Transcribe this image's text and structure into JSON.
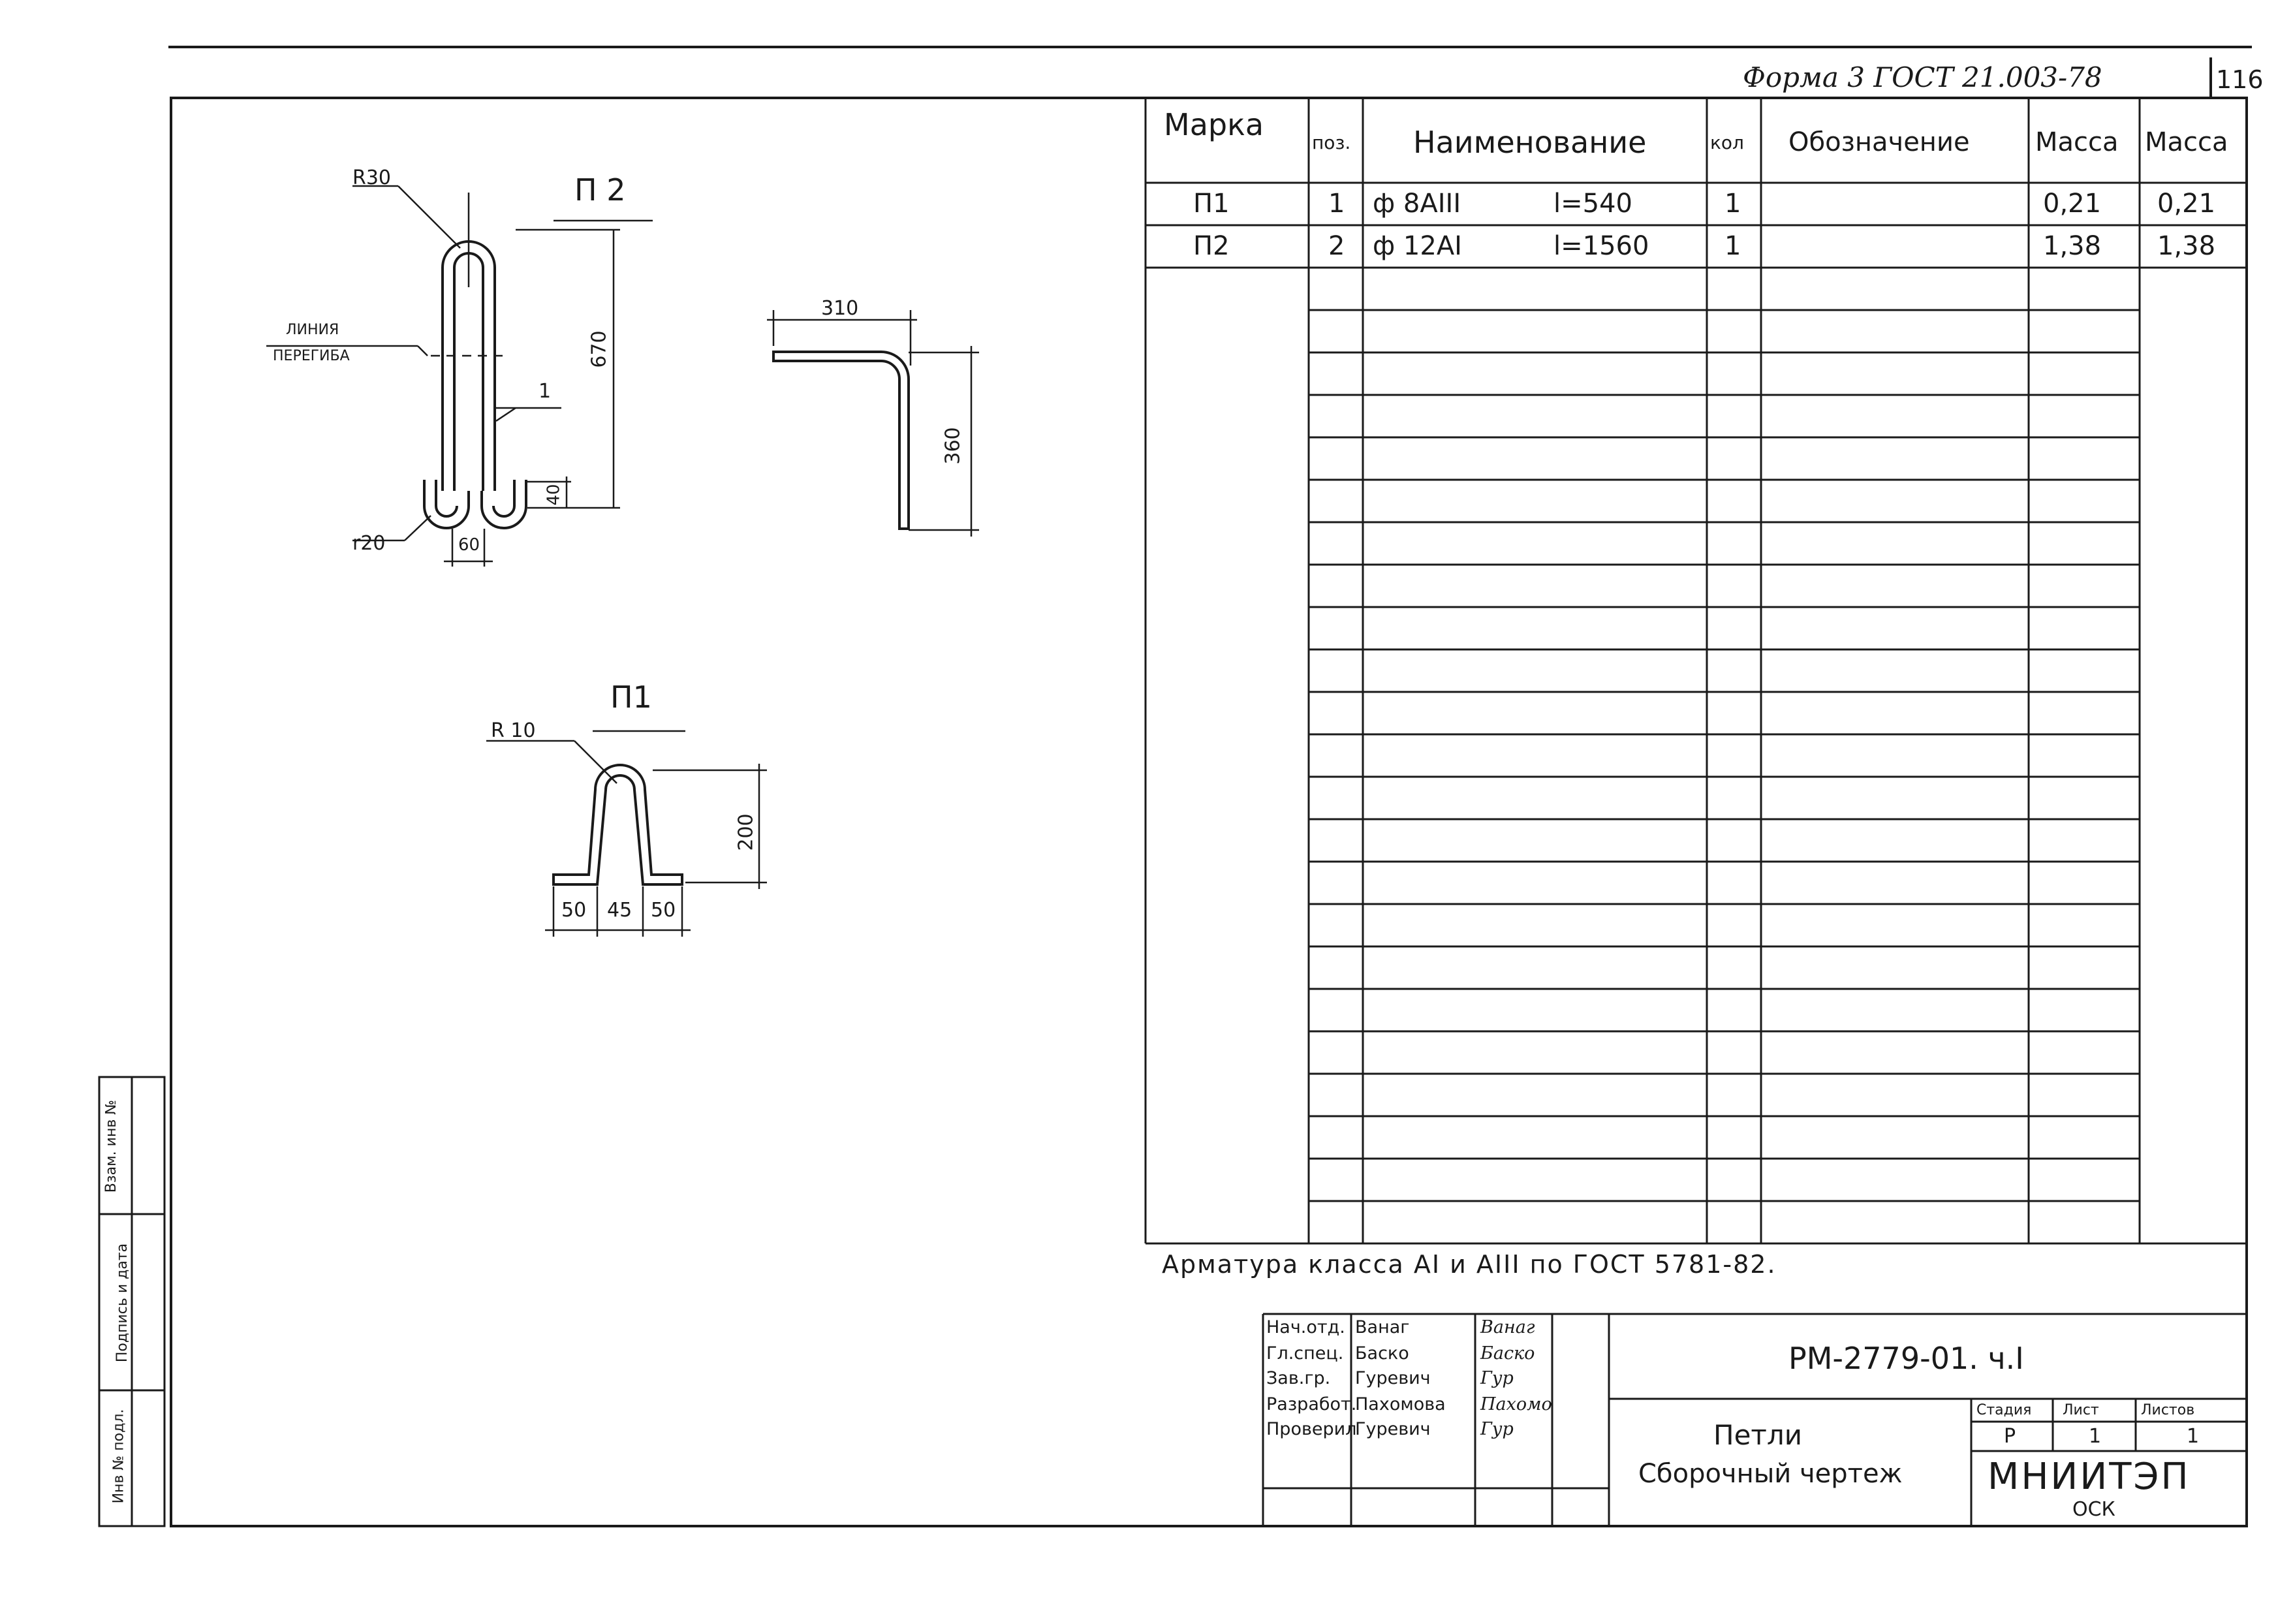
{
  "header": {
    "form_note": "Форма 3 ГОСТ 21.003-78",
    "page_number": "116"
  },
  "spec_table": {
    "columns": [
      "Марка",
      "поз.",
      "Наименование",
      "кол",
      "Обозначение",
      "Масса",
      "Масса"
    ],
    "rows": [
      {
        "mark": "П1",
        "pos": "1",
        "name": "ф 8АIII",
        "length": "l=540",
        "qty": "1",
        "designation": "",
        "mass_unit": "0,21",
        "mass_total": "0,21"
      },
      {
        "mark": "П2",
        "pos": "2",
        "name": "ф 12АI",
        "length": "l=1560",
        "qty": "1",
        "designation": "",
        "mass_unit": "1,38",
        "mass_total": "1,38"
      }
    ]
  },
  "note": "Арматура класса АI и АIII по ГОСТ 5781-82.",
  "drawing_p2": {
    "title": "П 2",
    "radius_top": "R30",
    "bend_line": [
      "ЛИНИЯ",
      "ПЕРЕГИБА"
    ],
    "pos_leader": "1",
    "height": "670",
    "hook_height": "40",
    "hook_radius": "r20",
    "hook_width": "60",
    "bend_length": "310",
    "bend_height": "360"
  },
  "drawing_p1": {
    "title": "П1",
    "radius": "R 10",
    "height": "200",
    "seg_left": "50",
    "seg_mid": "45",
    "seg_right": "50"
  },
  "left_margin_labels": [
    "Инв № подл.",
    "Подпись и дата",
    "Взам. инв №"
  ],
  "title_block": {
    "signers": [
      {
        "role": "Нач.отд.",
        "name": "Ванаг",
        "sign": "Ванаг"
      },
      {
        "role": "Гл.спец.",
        "name": "Баско",
        "sign": "Баско"
      },
      {
        "role": "Зав.гр.",
        "name": "Гуревич",
        "sign": "Гур"
      },
      {
        "role": "Разработ.",
        "name": "Пахомова",
        "sign": "Пахомо"
      },
      {
        "role": "Проверил",
        "name": "Гуревич",
        "sign": "Гур"
      }
    ],
    "doc_code": "РМ-2779-01. ч.I",
    "title_line1": "Петли",
    "title_line2": "Сборочный чертеж",
    "stage_label": "Стадия",
    "sheet_label": "Лист",
    "sheets_label": "Листов",
    "stage": "Р",
    "sheet": "1",
    "sheets": "1",
    "org": "МНИИТЭП",
    "org_sub": "ОСК"
  }
}
